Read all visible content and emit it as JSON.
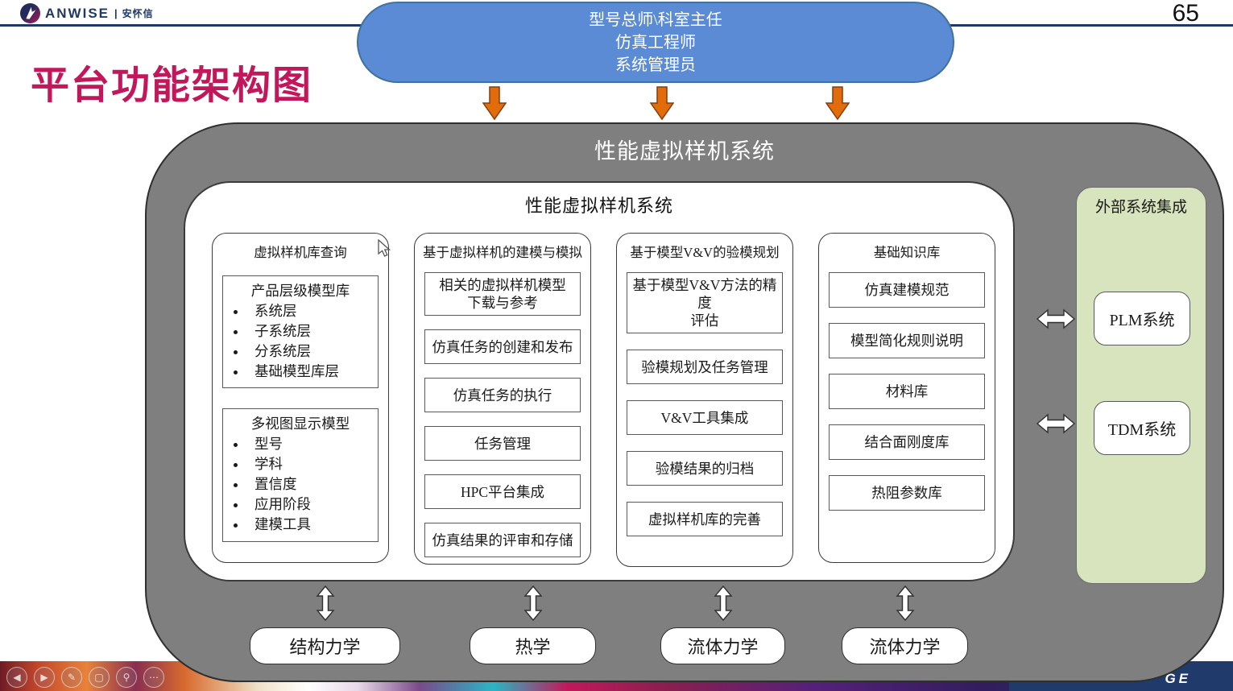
{
  "page": {
    "number": "65"
  },
  "header": {
    "logo_en": "ANWISE",
    "logo_sep": "|",
    "logo_cn": "安怀信"
  },
  "title": "平台功能架构图",
  "roles_blob": {
    "lines": [
      "型号总师\\科室主任",
      "仿真工程师",
      "系统管理员"
    ]
  },
  "outer_system": {
    "title": "性能虚拟样机系统"
  },
  "inner_system": {
    "title": "性能虚拟样机系统"
  },
  "columns": [
    {
      "title": "虚拟样机库查询",
      "boxes": [
        {
          "title": "产品层级模型库",
          "bullets": [
            "系统层",
            "子系统层",
            "分系统层",
            "基础模型库层"
          ]
        },
        {
          "title": "多视图显示模型",
          "bullets": [
            "型号",
            "学科",
            "置信度",
            "应用阶段",
            "建模工具"
          ]
        }
      ]
    },
    {
      "title": "基于虚拟样机的建模与模拟",
      "boxes": [
        {
          "title": "相关的虚拟样机模型\n下载与参考"
        },
        {
          "title": "仿真任务的创建和发布"
        },
        {
          "title": "仿真任务的执行"
        },
        {
          "title": "任务管理"
        },
        {
          "title": "HPC平台集成"
        },
        {
          "title": "仿真结果的评审和存储"
        }
      ]
    },
    {
      "title": "基于模型V&V的验模规划",
      "boxes": [
        {
          "title": "基于模型V&V方法的精度\n评估"
        },
        {
          "title": "验模规划及任务管理"
        },
        {
          "title": "V&V工具集成"
        },
        {
          "title": "验模结果的归档"
        },
        {
          "title": "虚拟样机库的完善"
        }
      ]
    },
    {
      "title": "基础知识库",
      "boxes": [
        {
          "title": "仿真建模规范"
        },
        {
          "title": "模型简化规则说明"
        },
        {
          "title": "材料库"
        },
        {
          "title": "结合面刚度库"
        },
        {
          "title": "热阻参数库"
        }
      ]
    }
  ],
  "external": {
    "title": "外部系统集成",
    "systems": [
      "PLM系统",
      "TDM系统"
    ]
  },
  "bottom_modules": [
    "结构力学",
    "热学",
    "流体力学",
    "流体力学"
  ],
  "footer": {
    "partial_text": "GE"
  },
  "controls": [
    {
      "name": "prev-slide",
      "glyph": "◀"
    },
    {
      "name": "next-slide",
      "glyph": "▶"
    },
    {
      "name": "pen",
      "glyph": "✎"
    },
    {
      "name": "frame",
      "glyph": "▢"
    },
    {
      "name": "magnifier",
      "glyph": "⚲"
    },
    {
      "name": "more",
      "glyph": "⋯"
    }
  ],
  "colors": {
    "title_pink": "#C2185B",
    "blob_blue": "#5B8BD5",
    "blob_border": "#41719C",
    "arrow_orange": "#E36C0A",
    "container_gray": "#7F7F7F",
    "panel_green": "#D7E4BD",
    "navy": "#1F3864"
  }
}
